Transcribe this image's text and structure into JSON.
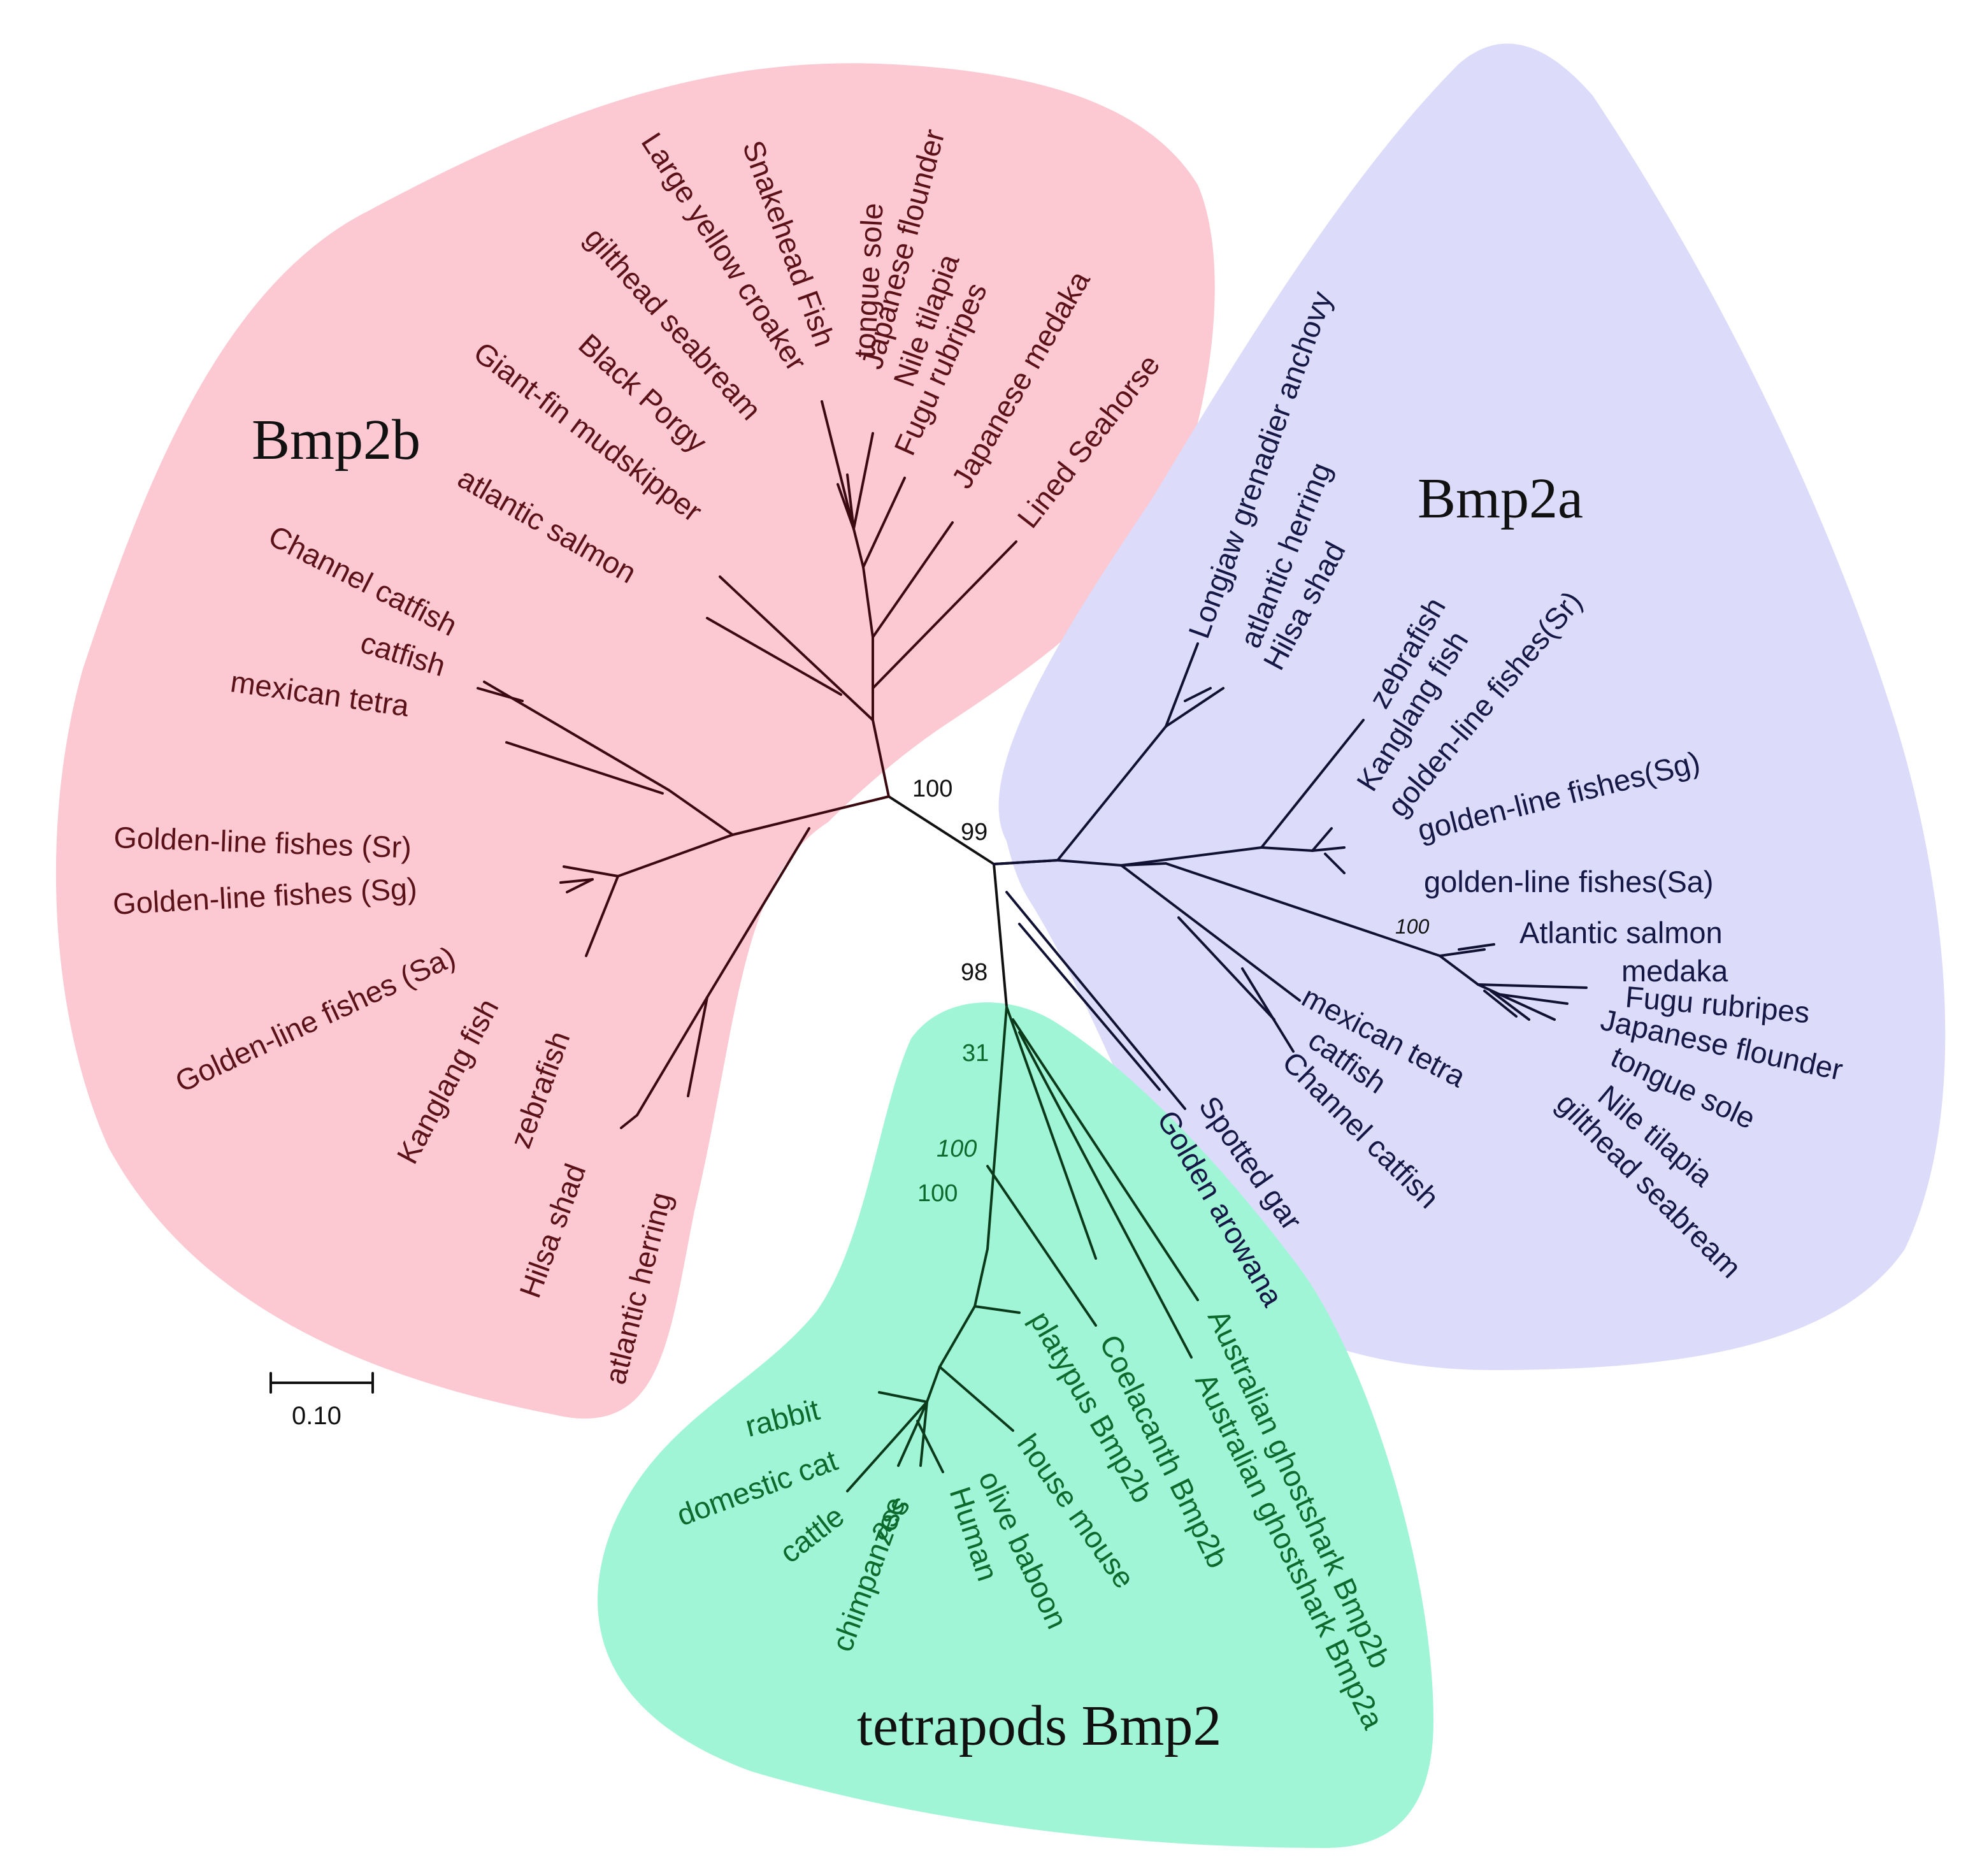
{
  "clades": {
    "bmp2b": {
      "title": "Bmp2b",
      "fill": "#fcc8d2",
      "text_color": "#5a1218"
    },
    "bmp2a": {
      "title": "Bmp2a",
      "fill": "#dcdcfa",
      "text_color": "#151845"
    },
    "tetrapods": {
      "title": "tetrapods Bmp2",
      "fill": "#a0f5d7",
      "text_color": "#0b6a2c"
    }
  },
  "bmp2b_taxa": [
    "Large yellow croaker",
    "Snakehead Fish",
    "tongue sole",
    "Japanese flounder",
    "Nile tilapia",
    "Fugu rubripes",
    "Japanese medaka",
    "Lined Seahorse",
    "gilthead seabream",
    "Black Porgy",
    "Giant-fin mudskipper",
    "atlantic salmon",
    "Channel catfish",
    "catfish",
    "mexican tetra",
    "Golden-line fishes (Sr)",
    "Golden-line fishes (Sg)",
    "Golden-line fishes (Sa)",
    "Kanglang fish",
    "zebrafish",
    "Hilsa shad",
    "atlantic herring"
  ],
  "bmp2a_taxa": [
    "Longjaw grenadier anchovy",
    "atlantic herring",
    "Hilsa shad",
    "zebrafish",
    "Kanglang fish",
    "golden-line fishes(Sr)",
    "golden-line fishes(Sg)",
    "golden-line fishes(Sa)",
    "Atlantic salmon",
    "medaka",
    "Fugu rubripes",
    "Japanese flounder",
    "tongue sole",
    "Nile tilapia",
    "gilthead seabream",
    "mexican tetra",
    "catfish",
    "Channel catfish",
    "Spotted gar",
    "Golden arowana"
  ],
  "tetrapod_taxa": [
    "rabbit",
    "domestic cat",
    "cattle",
    "ass",
    "chimpanzee",
    "Human",
    "olive baboon",
    "house mouse",
    "platypus Bmp2b",
    "Coelacanth Bmp2b",
    "Australian ghostshark Bmp2a",
    "Australian ghostshark Bmp2b"
  ],
  "bootstrap": [
    "100",
    "99",
    "98",
    "31",
    "100",
    "100",
    "100"
  ],
  "scale_bar": {
    "label": "0.10",
    "length": 0.1
  }
}
